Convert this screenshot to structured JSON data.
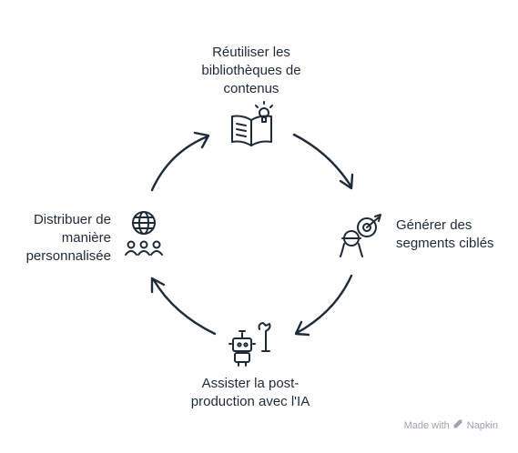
{
  "nodes": {
    "top": {
      "lines": [
        "Réutiliser les",
        "bibliothèques de",
        "contenus"
      ],
      "icon": "open-book-lightbulb-icon"
    },
    "right": {
      "lines": [
        "Générer des",
        "segments ciblés"
      ],
      "icon": "person-target-icon"
    },
    "bottom": {
      "lines": [
        "Assister la post-",
        "production avec l'IA"
      ],
      "icon": "robot-wrench-icon"
    },
    "left": {
      "lines": [
        "Distribuer de",
        "manière",
        "personnalisée"
      ],
      "icon": "globe-group-icon"
    }
  },
  "watermark": {
    "prefix": "Made with",
    "brand": "Napkin"
  }
}
